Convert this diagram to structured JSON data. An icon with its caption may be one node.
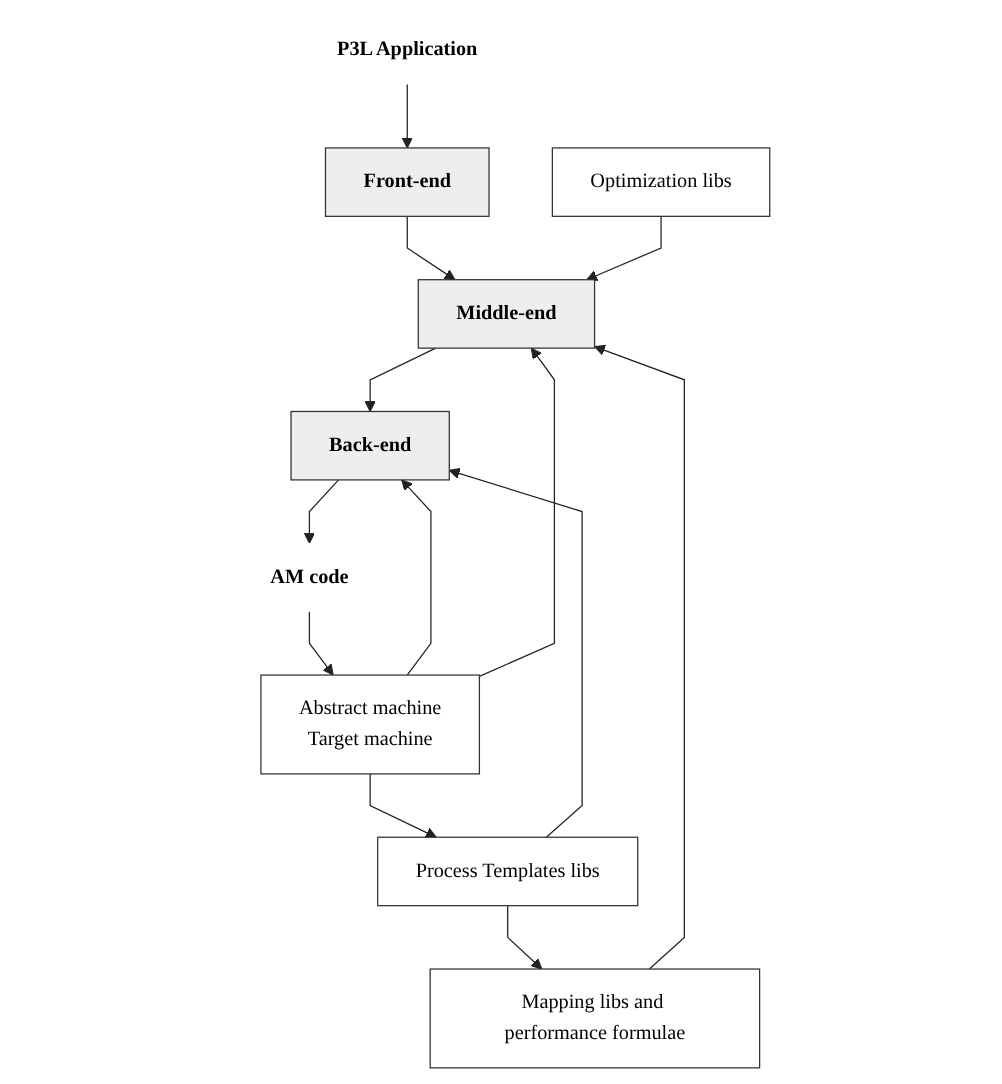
{
  "diagram": {
    "nodes": [
      {
        "text": [
          "P3L Application"
        ]
      },
      {
        "text": [
          "Front-end"
        ]
      },
      {
        "text": [
          "Optimization libs"
        ]
      },
      {
        "text": [
          "Middle-end"
        ]
      },
      {
        "text": [
          "Mapping libs and performance formulae"
        ]
      },
      {
        "text": [
          "Process Templates libs"
        ]
      },
      {
        "text": [
          "Back-end"
        ]
      },
      {
        "text": [
          "AM code"
        ]
      },
      {
        "text": [
          "Abstract machine",
          "Target machine"
        ]
      }
    ],
    "edges": [
      {
        "from": 0,
        "to": 1,
        "arrow": "to"
      },
      {
        "from": 1,
        "to": 3,
        "arrow": "to"
      },
      {
        "from": 2,
        "to": 3,
        "arrow": "to"
      },
      {
        "from": 4,
        "to": 3,
        "arrow": "to"
      },
      {
        "from": 3,
        "to": 6,
        "arrow": "to"
      },
      {
        "from": 5,
        "to": 4,
        "arrow": "to"
      },
      {
        "from": 5,
        "to": 6,
        "arrow": "to"
      },
      {
        "from": 6,
        "to": 7,
        "arrow": "to"
      },
      {
        "from": 7,
        "to": 8,
        "arrow": "to"
      },
      {
        "from": 8,
        "to": 5,
        "arrow": "to"
      },
      {
        "from": 8,
        "to": 6,
        "arrow": "to"
      },
      {
        "from": 8,
        "to": 3,
        "arrow": "to"
      }
    ]
  }
}
